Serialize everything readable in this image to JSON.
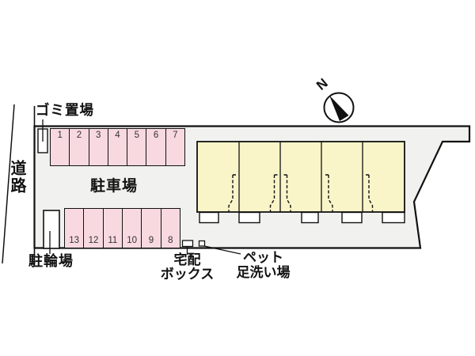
{
  "plan": {
    "type": "site-plan",
    "north_label": "N",
    "road": {
      "label": "道路"
    },
    "garbage_area": {
      "label": "ゴミ置場"
    },
    "bicycle_area": {
      "label": "駐輪場"
    },
    "delivery_box": {
      "label_line1": "宅配",
      "label_line2": "ボックス"
    },
    "pet_wash_area": {
      "label_line1": "ペット",
      "label_line2": "足洗い場"
    },
    "parking_lot": {
      "label": "駐車場",
      "top_row_numbers": [
        "1",
        "2",
        "3",
        "4",
        "5",
        "6",
        "7"
      ],
      "bottom_row_numbers": [
        "13",
        "12",
        "11",
        "10",
        "9",
        "8"
      ],
      "total_spaces": 13
    },
    "building": {
      "unit_count": 5
    },
    "colors": {
      "site_fill": "#f1f1ef",
      "parking_stall_fill": "#f9d9e0",
      "building_fill": "#faf5c8",
      "line": "#111111",
      "background": "#ffffff"
    }
  }
}
